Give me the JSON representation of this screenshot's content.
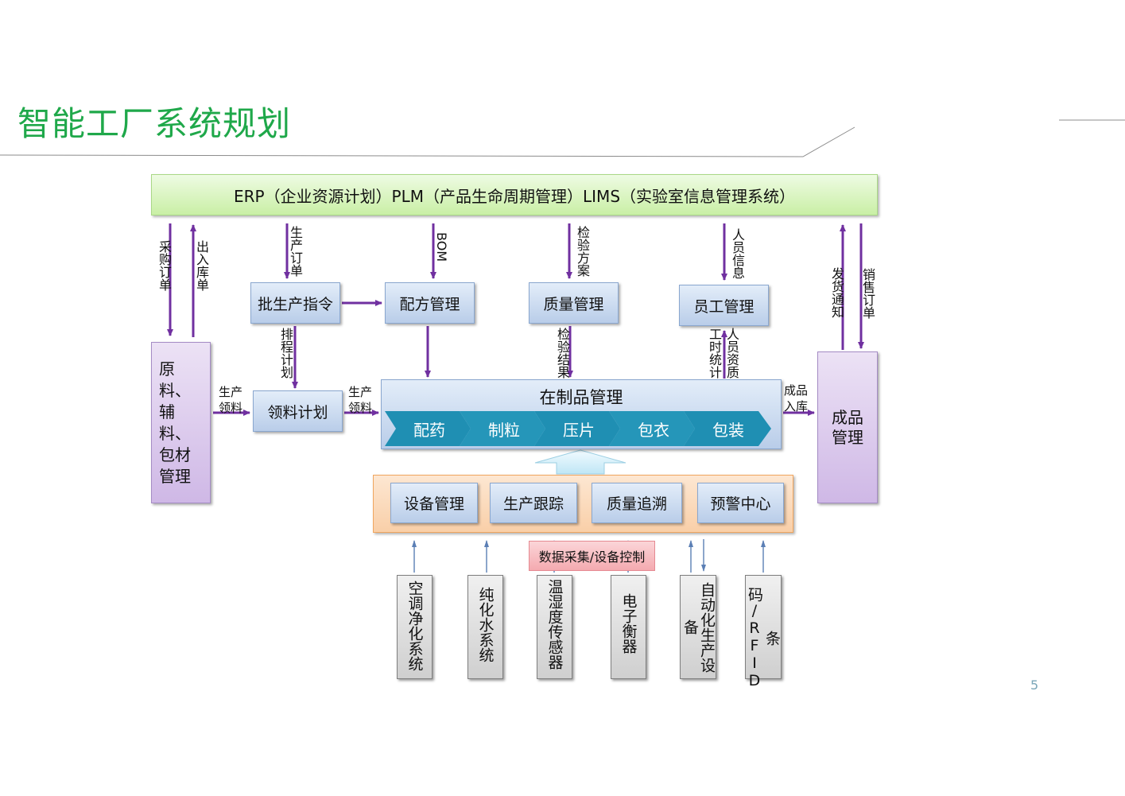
{
  "title": "智能工厂系统规划",
  "top_bar": "ERP（企业资源计划）PLM（产品生命周期管理）LIMS（实验室信息管理系统）",
  "boxes": {
    "materials": "原料、辅料、包材管理",
    "batch_order": "批生产指令",
    "recipe": "配方管理",
    "quality": "质量管理",
    "staff": "员工管理",
    "picking_plan": "领料计划",
    "wip": "在制品管理",
    "finished": "成品管理"
  },
  "wip_steps": [
    "配药",
    "制粒",
    "压片",
    "包衣",
    "包装"
  ],
  "modules": [
    "设备管理",
    "生产跟踪",
    "质量追溯",
    "预警中心"
  ],
  "data_collection": "数据采集/设备控制",
  "devices": [
    "空调净化系统",
    "纯化水系统",
    "温湿度传感器",
    "电子衡器",
    "自动化生产设备",
    "条码/RFID"
  ],
  "flow_labels": {
    "purchase_order": "采购订单",
    "in_out_stock": "出入库单",
    "production_order": "生产订单",
    "bom": "BOM",
    "inspection_plan": "检验方案",
    "personnel_info": "人员信息",
    "shipping_notice": "发货通知",
    "sales_order": "销售订单",
    "schedule_plan": "排程计划",
    "inspection_result": "检验结果",
    "work_hours": "工时统计",
    "personnel_qualification": "人员资质",
    "picking_1": "生产领料",
    "picking_2": "生产领料",
    "finished_in": "成品入库"
  },
  "page_number": "5",
  "colors": {
    "title": "#1fa84a",
    "arrow": "#7030a0",
    "thin_arrow": "#5b7fb5",
    "top_bar": "#d6f5b8",
    "process_band": "#1f8fb3",
    "module_panel": "#fcd9b8",
    "data_collection": "#f6b8bd"
  }
}
